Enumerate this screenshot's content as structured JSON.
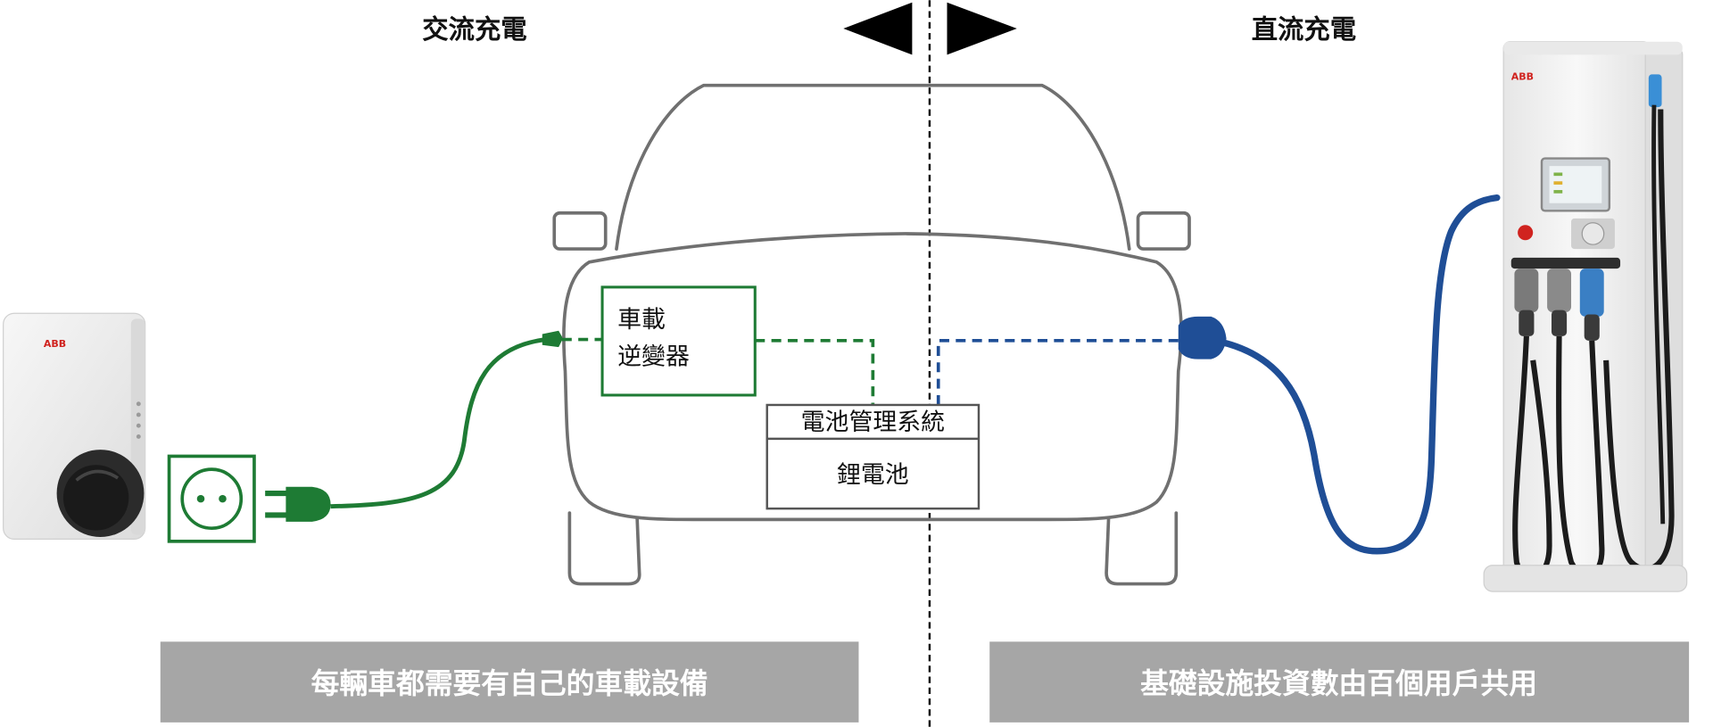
{
  "headers": {
    "ac": "交流充電",
    "dc": "直流充電"
  },
  "car": {
    "inverter_line1": "車載",
    "inverter_line2": "逆變器",
    "bms": "電池管理系統",
    "battery": "鋰電池"
  },
  "footer": {
    "left": "每輛車都需要有自己的車載設備",
    "right": "基礎設施投資數由百個用戶共用"
  },
  "devices": {
    "wallbox_logo": "ABB",
    "charger_logo": "ABB"
  },
  "colors": {
    "ac": "#1e7b34",
    "dc": "#1f4e96",
    "car_outline": "#707070",
    "footer_bg": "#a6a6a6"
  }
}
